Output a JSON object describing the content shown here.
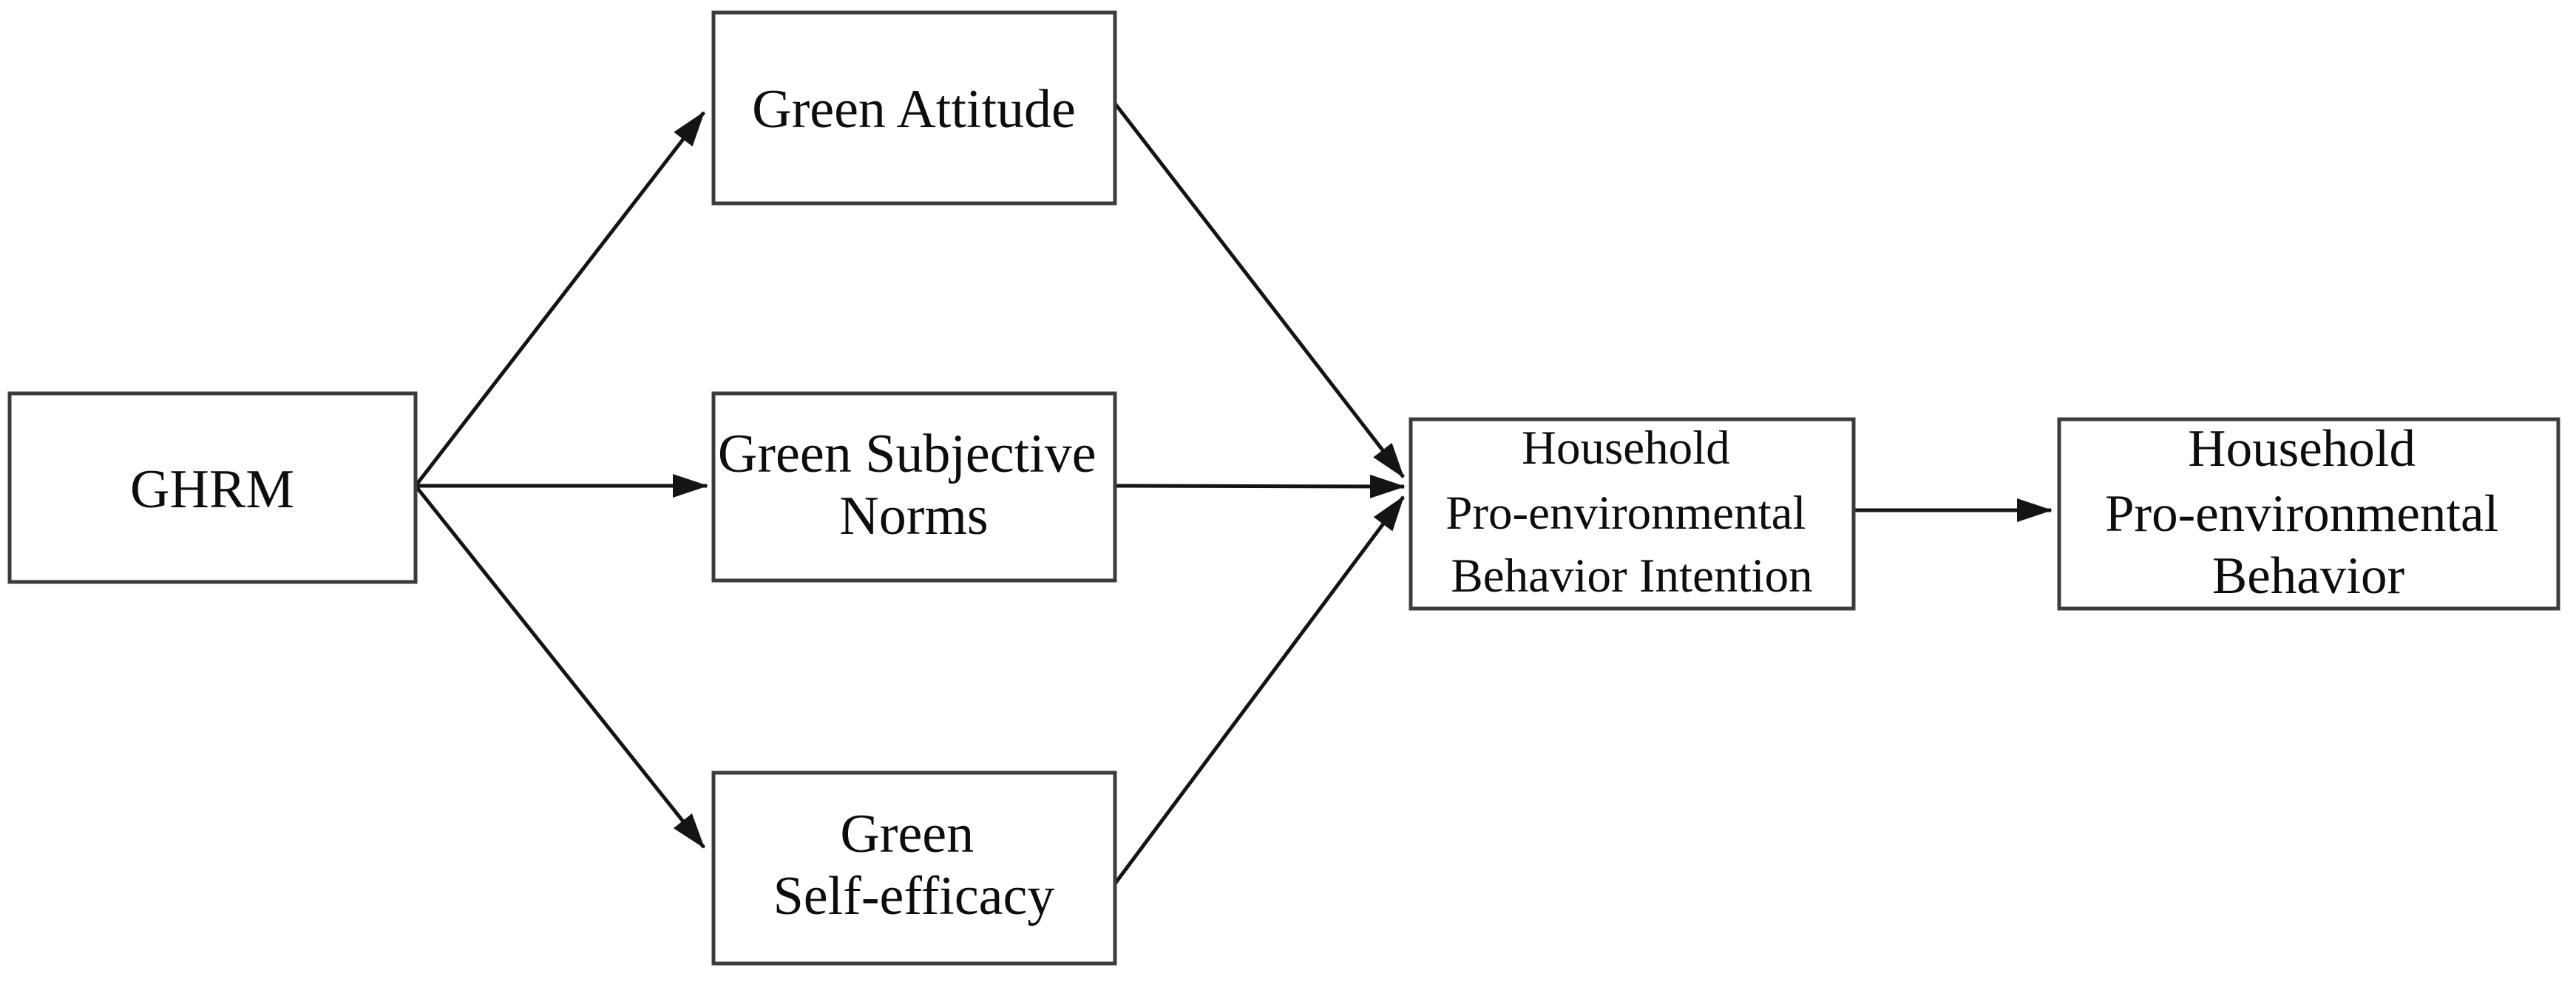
{
  "figure": {
    "background_color": "#ffffff",
    "box_border_color": "#3c3c3c",
    "text_color": "#0d0d0d",
    "arrow_color": "#141414"
  },
  "nodes": {
    "ghrm": {
      "lines": [
        "GHRM"
      ]
    },
    "green_attitude": {
      "lines": [
        "Green Attitude"
      ]
    },
    "green_subjective_norms": {
      "lines": [
        "Green Subjective",
        "Norms"
      ]
    },
    "green_self_efficacy": {
      "lines": [
        "Green",
        "Self-efficacy"
      ]
    },
    "household_pro_environmental_behavior_intention": {
      "lines": [
        "Household",
        "Pro-environmental",
        "Behavior Intention"
      ]
    },
    "household_pro_environmental_behavior": {
      "lines": [
        "Household",
        "Pro-environmental",
        "Behavior"
      ]
    }
  },
  "edges": [
    {
      "from": "GHRM",
      "to": "Green Attitude"
    },
    {
      "from": "GHRM",
      "to": "Green Subjective Norms"
    },
    {
      "from": "GHRM",
      "to": "Green Self-efficacy"
    },
    {
      "from": "Green Attitude",
      "to": "Household Pro-environmental Behavior Intention"
    },
    {
      "from": "Green Subjective Norms",
      "to": "Household Pro-environmental Behavior Intention"
    },
    {
      "from": "Green Self-efficacy",
      "to": "Household Pro-environmental Behavior Intention"
    },
    {
      "from": "Household Pro-environmental Behavior Intention",
      "to": "Household Pro-environmental Behavior"
    }
  ]
}
